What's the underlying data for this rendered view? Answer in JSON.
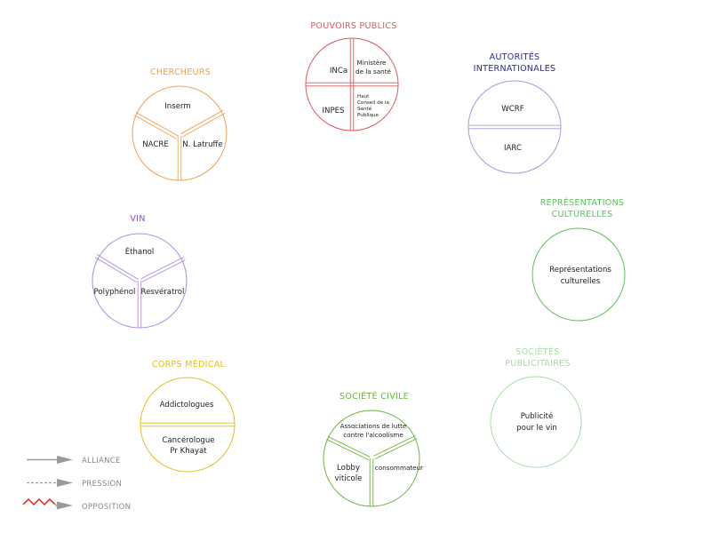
{
  "colors": {
    "pouvoirs": "#e0565f",
    "chercheurs": "#f0a04e",
    "autorites": "#2b2b8a",
    "autorites_ring": "#a79adf",
    "vin": "#8a4fc2",
    "vin_ring": "#b08ae0",
    "representations": "#5cc05c",
    "corps": "#e2bd1d",
    "societe_civile": "#6db33a",
    "publicitaires": "#a6dda6",
    "legend_gray": "#9a9a9a",
    "opposition": "#e02020"
  },
  "groups": {
    "pouvoirs_publics": {
      "title": "POUVOIRS PUBLICS",
      "inca": "INCa",
      "ministere_1": "Ministère",
      "ministere_2": "de la santé",
      "inpes": "INPES",
      "hcsp_1": "Haut",
      "hcsp_2": "Conseil de la",
      "hcsp_3": "Santé",
      "hcsp_4": "Publique"
    },
    "chercheurs": {
      "title": "CHERCHEURS",
      "inserm": "Inserm",
      "nacre": "NACRE",
      "latruffe": "N. Latruffe"
    },
    "autorites": {
      "title_1": "AUTORITÉS",
      "title_2": "INTERNATIONALES",
      "wcrf": "WCRF",
      "iarc": "IARC"
    },
    "vin": {
      "title": "VIN",
      "ethanol": "Éthanol",
      "polyphenol": "Polyphénol",
      "resveratrol": "Resvératrol"
    },
    "representations": {
      "title_1": "REPRÉSENTATIONS",
      "title_2": "CULTURELLES",
      "inner_1": "Représentations",
      "inner_2": "culturelles"
    },
    "corps_medical": {
      "title": "CORPS MÉDICAL",
      "addictologues": "Addictologues",
      "cancerologue_1": "Cancérologue",
      "cancerologue_2": "Pr Khayat"
    },
    "societe_civile": {
      "title": "SOCIÉTÉ CIVILE",
      "associations_1": "Associations de lutte",
      "associations_2": "contre l'alcoolisme",
      "lobby_1": "Lobby",
      "lobby_2": "viticole",
      "consommateur": "consommateur"
    },
    "publicitaires": {
      "title_1": "SOCIÉTÉS",
      "title_2": "PUBLICITAIRES",
      "inner_1": "Publicité",
      "inner_2": "pour le vin"
    }
  },
  "legend": {
    "alliance": "ALLIANCE",
    "pression": "PRESSION",
    "opposition": "OPPOSITION"
  }
}
